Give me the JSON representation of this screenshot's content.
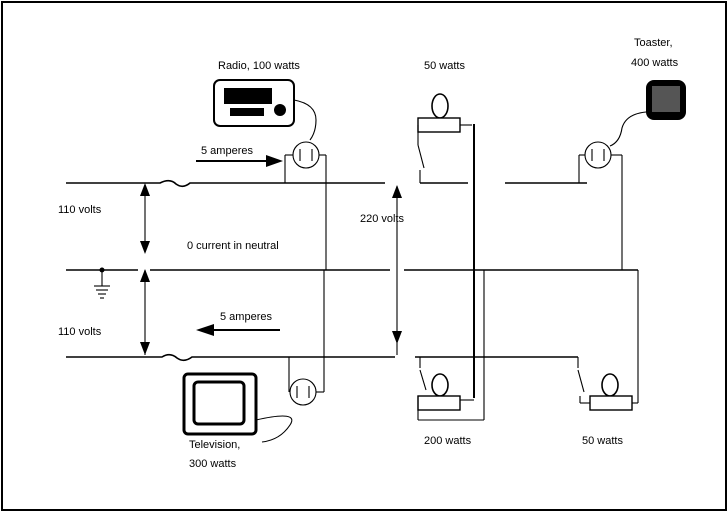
{
  "labels": {
    "radio": "Radio, 100 watts",
    "lamp_top": "50 watts",
    "toaster_line1": "Toaster,",
    "toaster_line2": "400 watts",
    "current_top": "5 amperes",
    "volts_top": "110 volts",
    "volts_mid": "220 volts",
    "neutral": "0 current in neutral",
    "volts_bottom": "110 volts",
    "current_bottom": "5 amperes",
    "tv_line1": "Television,",
    "tv_line2": "300 watts",
    "lamp_bottom_mid": "200 watts",
    "lamp_bottom_right": "50 watts"
  }
}
